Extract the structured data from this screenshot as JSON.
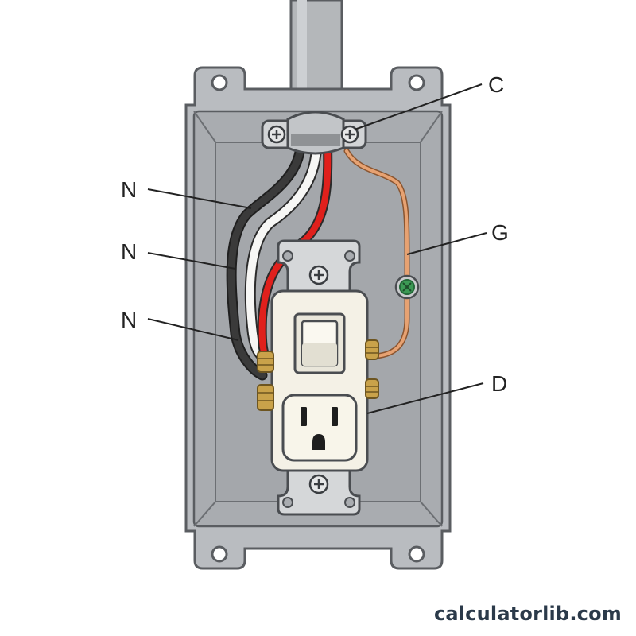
{
  "labels": {
    "c": "C",
    "n_top": "N",
    "n_mid": "N",
    "n_low": "N",
    "g": "G",
    "d": "D"
  },
  "watermark": "calculatorlib.com",
  "colors": {
    "box_fill": "#b9bcc0",
    "box_inner": "#a9acb0",
    "box_stroke": "#5a5d61",
    "wire_black": "#2a2a2a",
    "wire_white": "#f7f7f5",
    "wire_red": "#e0201c",
    "wire_ground": "#d98a55",
    "device_body": "#f4f1e6",
    "brass": "#c9a24a",
    "green_screw": "#3c9a55"
  }
}
